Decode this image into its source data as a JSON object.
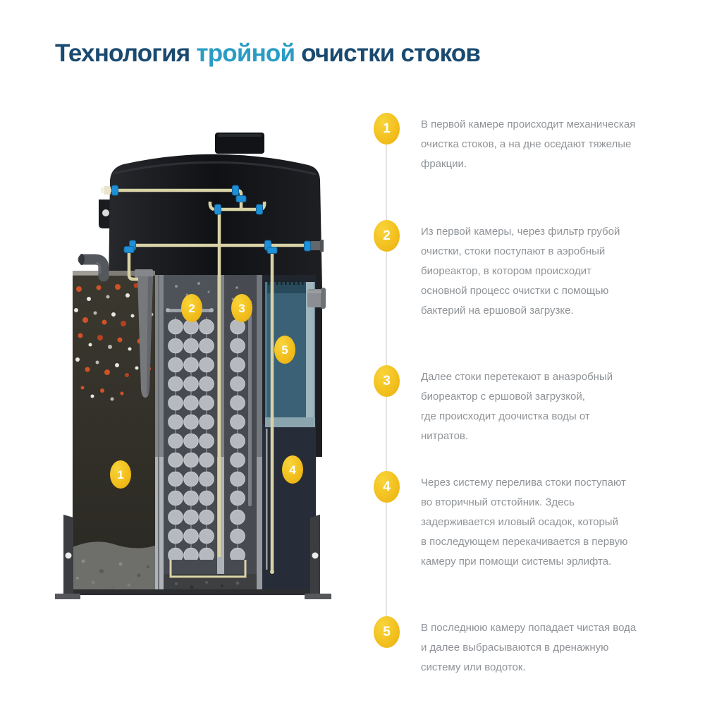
{
  "title": {
    "part1": "Технология ",
    "highlight": "тройной",
    "part2": " очистки стоков"
  },
  "colors": {
    "title_dark": "#1A4A70",
    "title_accent": "#2A9CC4",
    "badge_yellow": "#F2C01E",
    "step_text": "#8F9397",
    "timeline_line": "#E4E4E4",
    "pipe_beige": "#D8D2A6",
    "fitting_blue": "#1F8FD6"
  },
  "diagram": {
    "markers": [
      {
        "label": "1"
      },
      {
        "label": "2"
      },
      {
        "label": "3"
      },
      {
        "label": "4"
      },
      {
        "label": "5"
      }
    ]
  },
  "steps": [
    {
      "number": "1",
      "text": "В первой камере происходит механическая\nочистка стоков, а на дне оседают тяжелые\nфракции."
    },
    {
      "number": "2",
      "text": "Из первой камеры, через фильтр грубой\nочистки, стоки поступают в аэробный\nбиореактор, в котором происходит\nосновной процесс очистки с помощью\nбактерий на ершовой загрузке."
    },
    {
      "number": "3",
      "text": "Далее стоки перетекают в анаэробный\nбиореактор с ершовой загрузкой,\nгде происходит доочистка воды от нитратов."
    },
    {
      "number": "4",
      "text": "Через систему перелива стоки поступают\nво вторичный отстойник. Здесь\nзадерживается иловый осадок, который\nв последующем перекачивается в первую\nкамеру при помощи системы эрлифта."
    },
    {
      "number": "5",
      "text": "В последнюю камеру попадает чистая вода\nи далее выбрасываются в дренажную\nсистему или водоток."
    }
  ]
}
